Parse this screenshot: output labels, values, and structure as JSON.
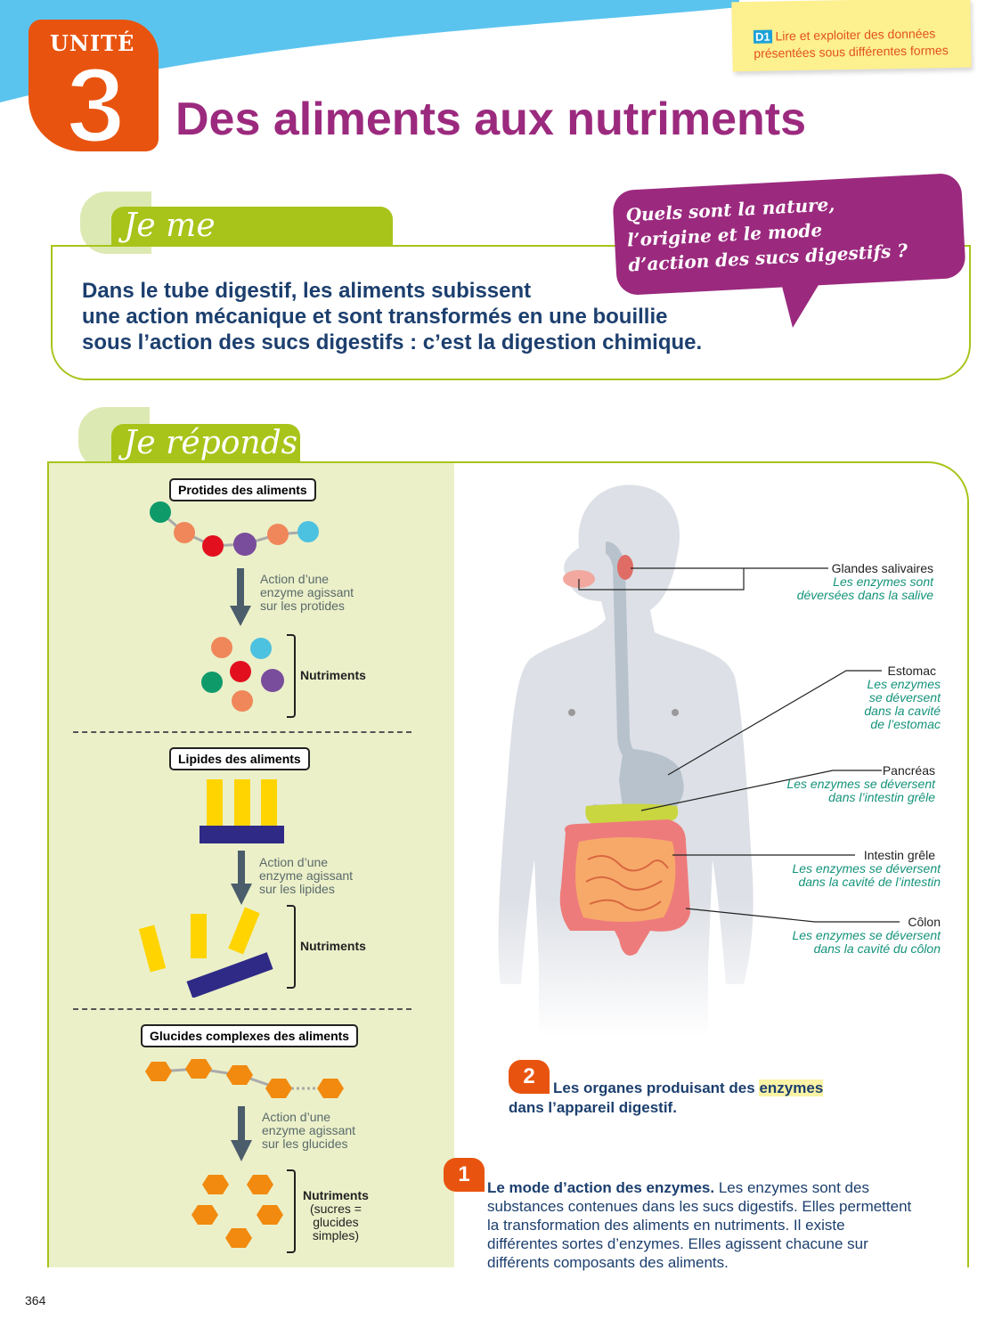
{
  "skill": {
    "code": "D1",
    "text_line1": "Lire et exploiter des données",
    "text_line2": "présentées sous différentes formes"
  },
  "unit": {
    "label": "UNITÉ",
    "number": "3"
  },
  "title": "Des aliments aux nutriments",
  "question_section": {
    "tab": "Je me questionne",
    "lines": [
      "Dans le tube digestif, les aliments subissent",
      "une action mécanique et sont transformés en une bouillie",
      "sous l’action des sucs digestifs : c’est la digestion chimique."
    ],
    "bubble_lines": [
      "Quels sont la nature,",
      "l’origine et le mode",
      "d’action des sucs digestifs ?"
    ]
  },
  "answer_section": {
    "tab": "Je réponds"
  },
  "doc1": {
    "protides": {
      "header": "Protides des aliments",
      "action": [
        "Action d’une",
        "enzyme agissant",
        "sur les protides"
      ],
      "result": "Nutriments"
    },
    "lipides": {
      "header": "Lipides des aliments",
      "action": [
        "Action d’une",
        "enzyme agissant",
        "sur les lipides"
      ],
      "result": "Nutriments"
    },
    "glucides": {
      "header": "Glucides complexes des aliments",
      "action": [
        "Action d’une",
        "enzyme agissant",
        "sur les glucides"
      ],
      "result": [
        "Nutriments",
        "(sucres =",
        "glucides",
        "simples)"
      ]
    },
    "number": "1",
    "caption_bold": "Le mode d’action des enzymes.",
    "caption_text": "Les enzymes sont des substances contenues dans les sucs digestifs. Elles permettent la transformation des aliments en nutriments. Il existe différentes sortes d’enzymes. Elles agissent chacune sur différents composants des aliments."
  },
  "doc2": {
    "number": "2",
    "caption_a": "Les organes produisant des ",
    "caption_hl": "enzymes",
    "caption_b": "dans l’appareil digestif.",
    "labels": [
      {
        "name": "Glandes salivaires",
        "desc": [
          "Les enzymes sont",
          "déversées dans la salive"
        ]
      },
      {
        "name": "Estomac",
        "desc": [
          "Les enzymes",
          "se déversent",
          "dans la cavité",
          "de l’estomac"
        ]
      },
      {
        "name": "Pancréas",
        "desc": [
          "Les enzymes se déversent",
          "dans l’intestin grêle"
        ]
      },
      {
        "name": "Intestin grêle",
        "desc": [
          "Les enzymes se déversent",
          "dans la cavité de l’intestin"
        ]
      },
      {
        "name": "Côlon",
        "desc": [
          "Les enzymes se déversent",
          "dans la cavité du côlon"
        ]
      }
    ]
  },
  "page_number": "364",
  "colors": {
    "orange": "#e8540f",
    "purple": "#9b2a7e",
    "green": "#a8c41a",
    "navy": "#1c3f6e",
    "teal": "#14937a",
    "blue": "#5bc4ee"
  }
}
